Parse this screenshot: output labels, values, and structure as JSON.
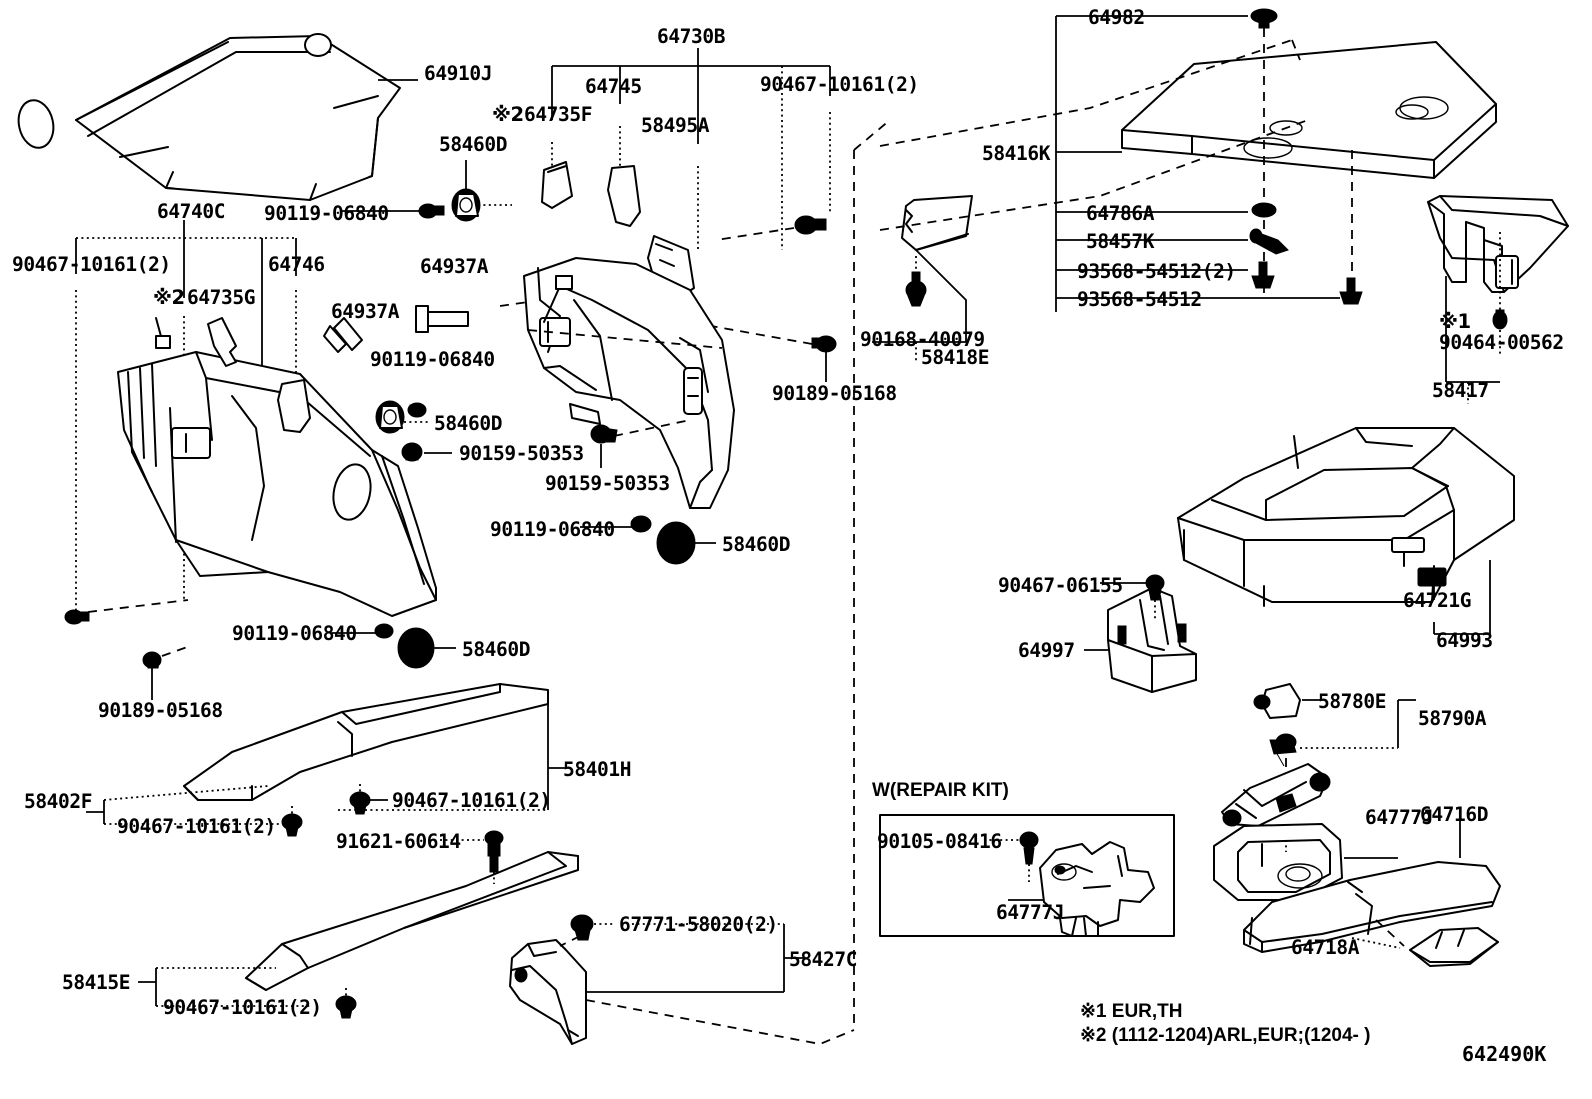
{
  "diagram": {
    "figure_number": "642490K",
    "footnotes": [
      "※1 EUR,TH",
      "※2 (1112-1204)ARL,EUR;(1204-      )"
    ],
    "repair_kit_caption": "W(REPAIR KIT)"
  },
  "labels": {
    "l_64910J": "64910J",
    "l_64740C": "64740C",
    "l_90467_10161_2_a": "90467-10161(2)",
    "l_64735G": "64735G",
    "l_64746": "64746",
    "l_64937A_a": "64937A",
    "l_64937A_b": "64937A",
    "l_90119_06840_a": "90119-06840",
    "l_90119_06840_b": "90119-06840",
    "l_90119_06840_c": "90119-06840",
    "l_90119_06840_d": "90119-06840",
    "l_58460D_a": "58460D",
    "l_58460D_b": "58460D",
    "l_58460D_c": "58460D",
    "l_58460D_d": "58460D",
    "l_90159_50353_a": "90159-50353",
    "l_90159_50353_b": "90159-50353",
    "l_90189_05168_a": "90189-05168",
    "l_90189_05168_b": "90189-05168",
    "l_64730B": "64730B",
    "l_64745": "64745",
    "l_64735F": "64735F",
    "l_58495A": "58495A",
    "l_90467_10161_2_b": "90467-10161(2)",
    "l_64982": "64982",
    "l_58416K": "58416K",
    "l_64786A": "64786A",
    "l_58457K": "58457K",
    "l_93568_54512_2": "93568-54512(2)",
    "l_93568_54512": "93568-54512",
    "l_90168_40079": "90168-40079",
    "l_58418E": "58418E",
    "l_90464_00562": "90464-00562",
    "l_58417": "58417",
    "l_90467_06155": "90467-06155",
    "l_64997": "64997",
    "l_64721G": "64721G",
    "l_64993": "64993",
    "l_58780E": "58780E",
    "l_58790A": "58790A",
    "l_64716D": "64716D",
    "l_64777J_right": "64777J",
    "l_64718A": "64718A",
    "l_58401H": "58401H",
    "l_58402F": "58402F",
    "l_90467_10161_2_c": "90467-10161(2)",
    "l_90467_10161_2_d": "90467-10161(2)",
    "l_90467_10161_2_e": "90467-10161(2)",
    "l_90467_10161_2_f": "90467-10161(2)",
    "l_91621_60614": "91621-60614",
    "l_67771_58020_2": "67771-58020(2)",
    "l_58427C": "58427C",
    "l_58415E": "58415E",
    "l_90105_08416": "90105-08416",
    "l_64777J_kit": "64777J",
    "mark1": "※1",
    "mark2a": "※2",
    "mark2b": "※2"
  }
}
